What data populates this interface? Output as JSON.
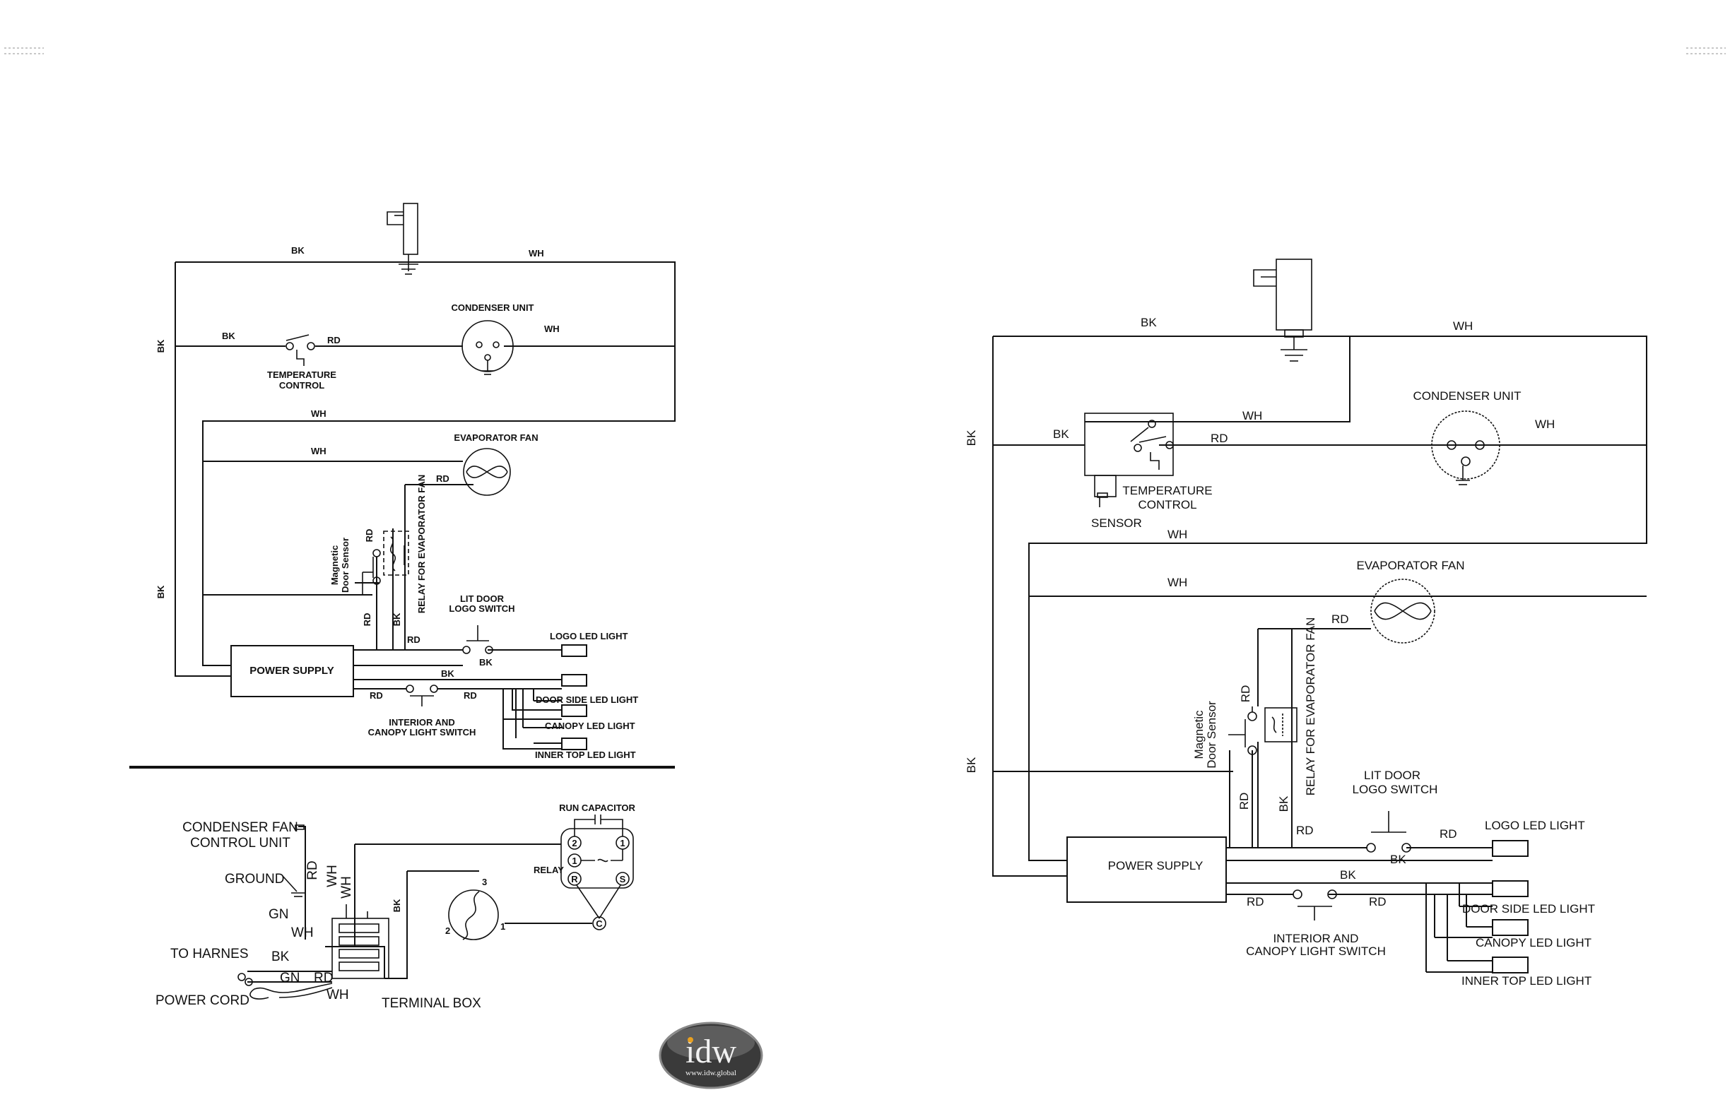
{
  "left": {
    "wire_bk_top": "BK",
    "wire_wh_top": "WH",
    "wire_bk_side_upper": "BK",
    "wire_bk_side_lower": "BK",
    "wire_bk_tc": "BK",
    "wire_rd_tc": "RD",
    "wire_wh_cu": "WH",
    "condenser_unit": "CONDENSER UNIT",
    "temperature_control": [
      "TEMPERATURE",
      "CONTROL"
    ],
    "wire_wh_mid": "WH",
    "wire_wh_fan": "WH",
    "evaporator_fan": "EVAPORATOR FAN",
    "wire_rd_fan": "RD",
    "magnetic_door_sensor": [
      "Magnetic",
      "Door Sensor"
    ],
    "wire_rd_sensor": "RD",
    "relay_for_evaporator_fan": "RELAY FOR EVAPORATOR FAN",
    "wire_rd_ps": "RD",
    "wire_bk_ps": "BK",
    "wire_rd_logo": "RD",
    "lit_door_logo_switch": [
      "LIT DOOR",
      "LOGO SWITCH"
    ],
    "wire_bk_logo": "BK",
    "logo_led_light": "LOGO LED LIGHT",
    "power_supply": "POWER SUPPLY",
    "wire_bk_lower": "BK",
    "wire_rd_int_left": "RD",
    "wire_rd_int_right": "RD",
    "interior_canopy_switch": [
      "INTERIOR AND",
      "CANOPY LIGHT SWITCH"
    ],
    "door_side_led_light": "DOOR SIDE LED LIGHT",
    "canopy_led_light": "CANOPY LED LIGHT",
    "inner_top_led_light": "INNER TOP LED LIGHT"
  },
  "bottom": {
    "condenser_fan_control_unit": [
      "CONDENSER FAN",
      "CONTROL UNIT"
    ],
    "ground": "GROUND",
    "gn_top": "GN",
    "wh_a": "WH",
    "to_harnes": "TO HARNES",
    "bk_a": "BK",
    "gn_bottom": "GN",
    "rd_a": "RD",
    "wh_b": "WH",
    "power_cord": "POWER CORD",
    "terminal_box": "TERMINAL BOX",
    "rd_vertical": "RD",
    "wh_vertical_1": "WH",
    "wh_vertical_2": "WH",
    "bk_vertical": "BK",
    "run_capacitor": "RUN CAPACITOR",
    "relay": "RELAY",
    "relay_pin_2": "2",
    "relay_pin_1": "1",
    "relay_pin_1b": "1",
    "relay_pin_r": "R",
    "relay_pin_s": "S",
    "relay_c": "C",
    "motor_pin_3": "3",
    "motor_pin_2": "2",
    "motor_pin_1": "1"
  },
  "right": {
    "wire_bk_top": "BK",
    "wire_wh_top": "WH",
    "wire_bk_side_upper": "BK",
    "wire_bk_side_lower": "BK",
    "wire_bk_tc": "BK",
    "wire_wh_tc": "WH",
    "wire_rd_tc": "RD",
    "condenser_unit": "CONDENSER UNIT",
    "wire_wh_cu": "WH",
    "temperature_control": [
      "TEMPERATURE",
      "CONTROL"
    ],
    "sensor": "SENSOR",
    "wire_wh_mid": "WH",
    "evaporator_fan": "EVAPORATOR FAN",
    "wire_wh_fan": "WH",
    "wire_rd_fan": "RD",
    "magnetic_door_sensor": [
      "Magnetic",
      "Door Sensor"
    ],
    "wire_rd_sensor": "RD",
    "relay_for_evaporator_fan": "RELAY FOR EVAPORATOR FAN",
    "wire_rd_ps": "RD",
    "wire_bk_ps": "BK",
    "lit_door_logo_switch": [
      "LIT DOOR",
      "LOGO SWITCH"
    ],
    "wire_rd_logo_left": "RD",
    "wire_rd_logo_right": "RD",
    "wire_bk_logo": "BK",
    "logo_led_light": "LOGO LED LIGHT",
    "power_supply": "POWER SUPPLY",
    "wire_bk_lower": "BK",
    "wire_rd_int_left": "RD",
    "wire_rd_int_right": "RD",
    "interior_canopy_switch": [
      "INTERIOR AND",
      "CANOPY LIGHT SWITCH"
    ],
    "door_side_led_light": "DOOR SIDE LED LIGHT",
    "canopy_led_light": "CANOPY LED LIGHT",
    "inner_top_led_light": "INNER TOP LED LIGHT"
  },
  "logo": {
    "brand": "idw",
    "url": "www.idw.global",
    "color": "#3a3a3a"
  }
}
